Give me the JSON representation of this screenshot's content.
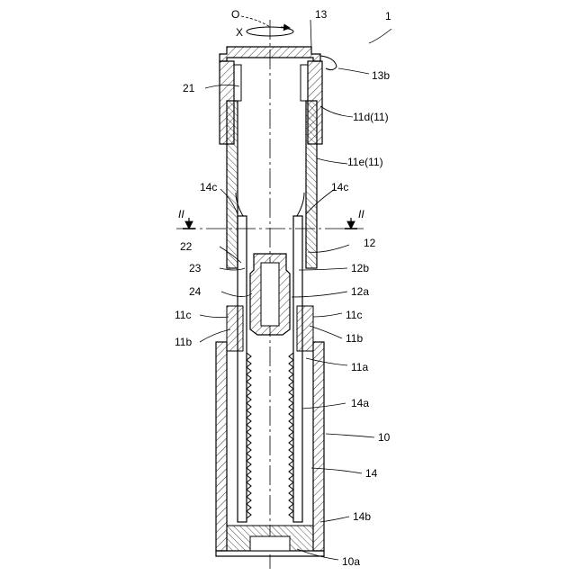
{
  "labels": {
    "axis_o": "O",
    "rot_x": "X",
    "ref_1": "1",
    "ref_13": "13",
    "ref_13b": "13b",
    "ref_21": "21",
    "ref_11d": "11d(11)",
    "ref_11e": "11e(11)",
    "ref_14c_l": "14c",
    "ref_14c_r": "14c",
    "sec_ii_l": "II",
    "sec_ii_r": "II",
    "ref_22": "22",
    "ref_12": "12",
    "ref_23": "23",
    "ref_12b": "12b",
    "ref_24": "24",
    "ref_12a": "12a",
    "ref_11c_l": "11c",
    "ref_11c_r": "11c",
    "ref_11b_l": "11b",
    "ref_11b_r": "11b",
    "ref_11a": "11a",
    "ref_14a": "14a",
    "ref_10": "10",
    "ref_14": "14",
    "ref_14b": "14b",
    "ref_10a": "10a"
  }
}
